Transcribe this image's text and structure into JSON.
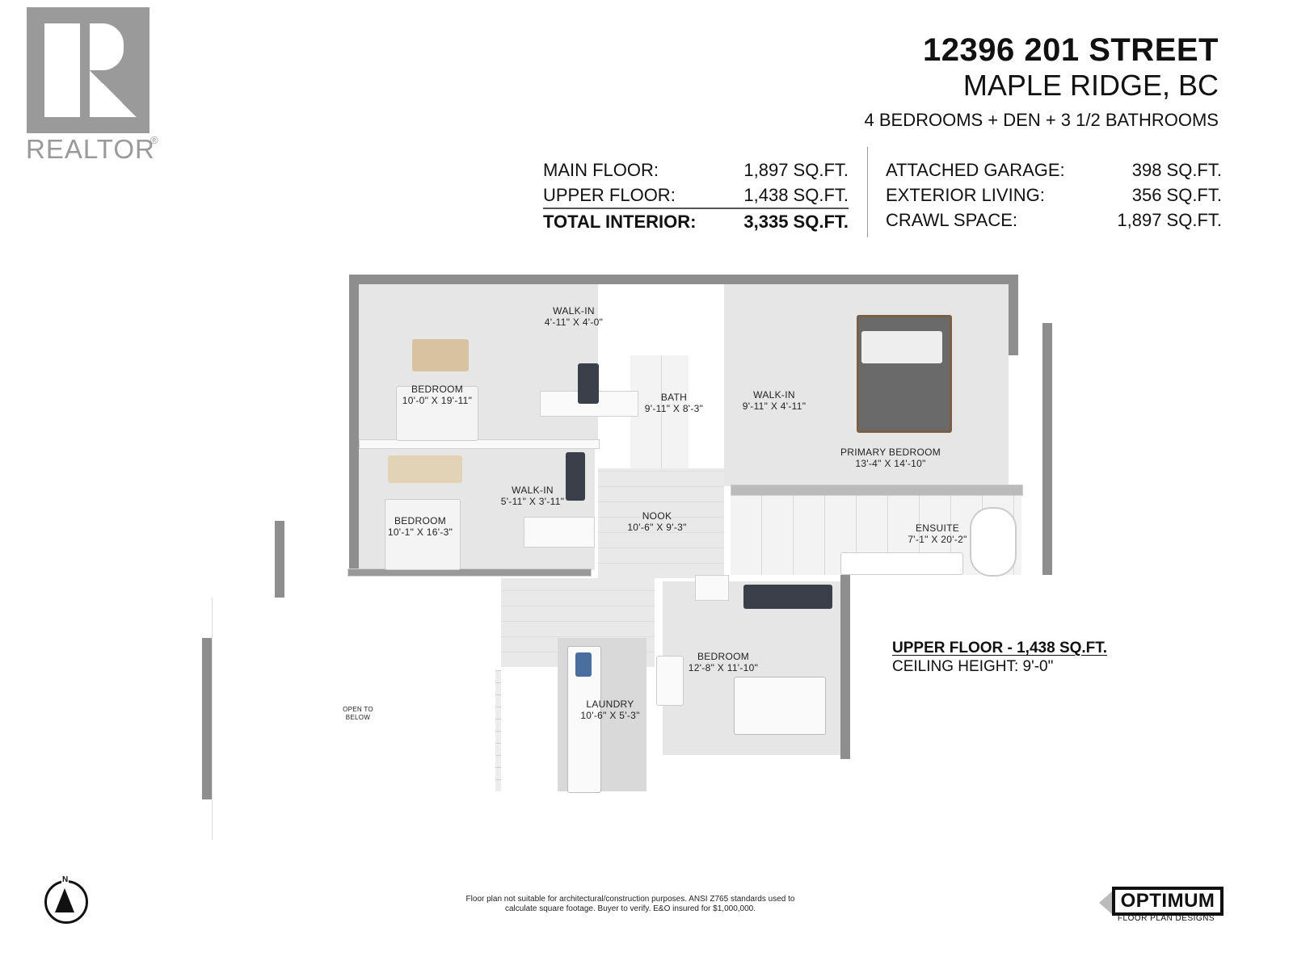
{
  "logo": {
    "brand": "REALTOR",
    "registered_mark": "®",
    "color": "#9a9a9a"
  },
  "header": {
    "address": "12396 201 STREET",
    "city": "MAPLE RIDGE, BC",
    "summary": "4 BEDROOMS + DEN + 3 1/2 BATHROOMS"
  },
  "stats": {
    "left": [
      {
        "label": "MAIN FLOOR:",
        "value": "1,897 SQ.FT."
      },
      {
        "label": "UPPER FLOOR:",
        "value": "1,438 SQ.FT."
      },
      {
        "label": "TOTAL INTERIOR:",
        "value": "3,335 SQ.FT."
      }
    ],
    "right": [
      {
        "label": "ATTACHED GARAGE:",
        "value": "398 SQ.FT."
      },
      {
        "label": "EXTERIOR LIVING:",
        "value": "356 SQ.FT."
      },
      {
        "label": "CRAWL SPACE:",
        "value": "1,897 SQ.FT."
      }
    ]
  },
  "rooms": [
    {
      "name": "WALK-IN",
      "size": "4'-11\" X 4'-0\""
    },
    {
      "name": "BEDROOM",
      "size": "10'-0\" X 19'-11\""
    },
    {
      "name": "BATH",
      "size": "9'-11\" X 8'-3\""
    },
    {
      "name": "WALK-IN",
      "size": "9'-11\" X 4'-11\""
    },
    {
      "name": "PRIMARY BEDROOM",
      "size": "13'-4\" X 14'-10\""
    },
    {
      "name": "WALK-IN",
      "size": "5'-11\" X 3'-11\""
    },
    {
      "name": "BEDROOM",
      "size": "10'-1\" X 16'-3\""
    },
    {
      "name": "NOOK",
      "size": "10'-6\" X 9'-3\""
    },
    {
      "name": "ENSUITE",
      "size": "7'-1\" X 20'-2\""
    },
    {
      "name": "BEDROOM",
      "size": "12'-8\" X 11'-10\""
    },
    {
      "name": "LAUNDRY",
      "size": "10'-6\" X 5'-3\""
    },
    {
      "name": "OPEN TO",
      "size": "BELOW"
    }
  ],
  "floor_info": {
    "title": "UPPER FLOOR - 1,438 SQ.FT.",
    "ceiling": "CEILING HEIGHT: 9'-0\""
  },
  "footer": {
    "compass_label": "N",
    "disclaimer_line1": "Floor plan not suitable for architectural/construction purposes. ANSI Z765 standards used to",
    "disclaimer_line2": "calculate square footage. Buyer to verify.  E&O insured for $1,000,000.",
    "brand": "OPTIMUM",
    "brand_sub": "FLOOR PLAN DESIGNS"
  }
}
